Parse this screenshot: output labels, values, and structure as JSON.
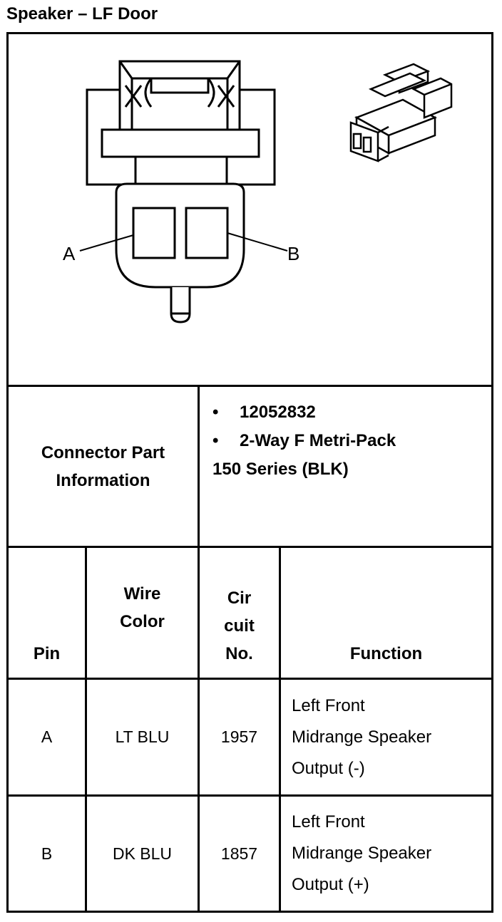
{
  "page": {
    "title": "Speaker – LF Door"
  },
  "diagram": {
    "pin_a_label": "A",
    "pin_b_label": "B"
  },
  "connector": {
    "label_line1": "Connector Part",
    "label_line2": "Information",
    "part_number": "12052832",
    "description": "2-Way F Metri-Pack",
    "series": "150 Series (BLK)",
    "bullet": "•"
  },
  "table": {
    "headers": {
      "pin": "Pin",
      "wire_color_1": "Wire",
      "wire_color_2": "Color",
      "circuit_1": "Cir",
      "circuit_2": "cuit",
      "circuit_3": "No.",
      "function": "Function"
    },
    "rows": [
      {
        "pin": "A",
        "wire_color": "LT BLU",
        "circuit": "1957",
        "function": [
          "Left Front",
          "Midrange Speaker",
          "Output (-)"
        ]
      },
      {
        "pin": "B",
        "wire_color": "DK BLU",
        "circuit": "1857",
        "function": [
          "Left Front",
          "Midrange Speaker",
          "Output (+)"
        ]
      }
    ]
  }
}
